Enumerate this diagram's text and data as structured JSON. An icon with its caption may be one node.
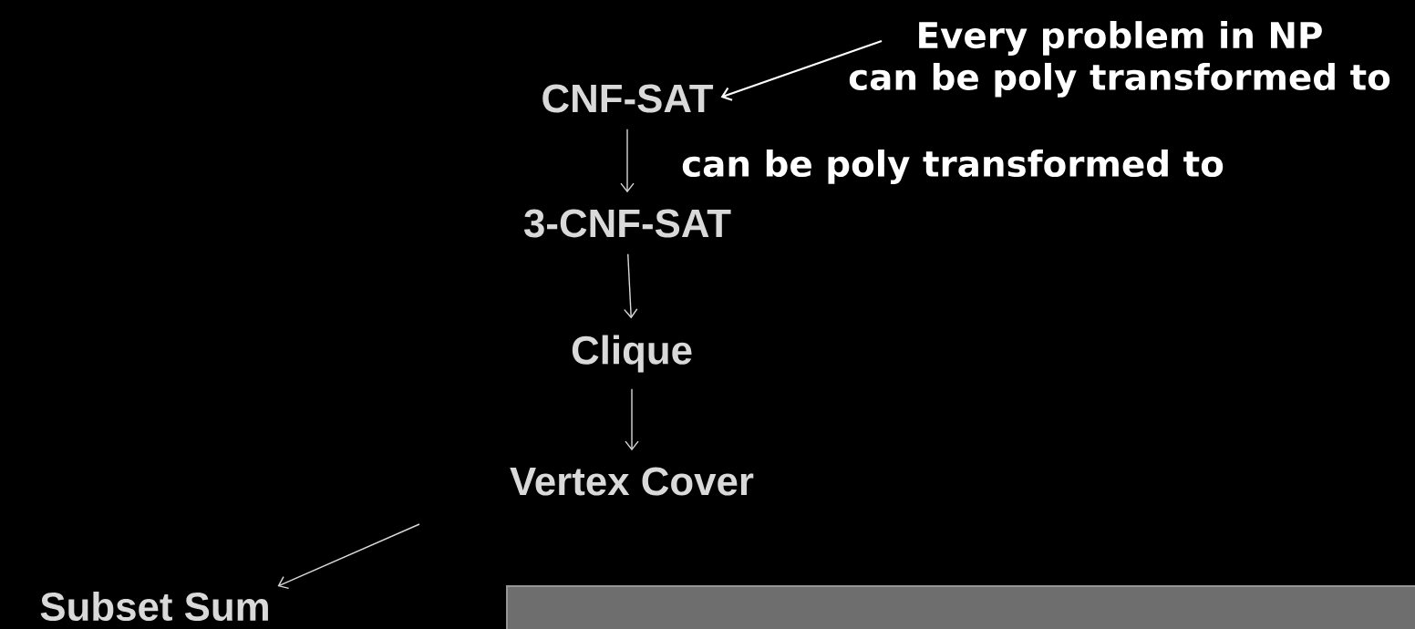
{
  "diagram": {
    "nodes": [
      {
        "text": [
          "Every problem in NP can be poly transformed to"
        ]
      },
      {
        "text": [
          "CNF-SAT"
        ]
      },
      {
        "text": [
          "3-CNF-SAT"
        ]
      },
      {
        "text": [
          "Clique"
        ]
      },
      {
        "text": [
          "Vertex Cover"
        ]
      },
      {
        "text": [
          "Subset Sum"
        ]
      }
    ],
    "edges": [
      {
        "from": 0,
        "to": 1,
        "arrow": "to"
      },
      {
        "from": 1,
        "to": 2,
        "arrow": "to",
        "label": "can be poly transformed to"
      },
      {
        "from": 2,
        "to": 3,
        "arrow": "to"
      },
      {
        "from": 3,
        "to": 4,
        "arrow": "to"
      },
      {
        "from": 4,
        "to": 5,
        "arrow": "to"
      }
    ]
  }
}
